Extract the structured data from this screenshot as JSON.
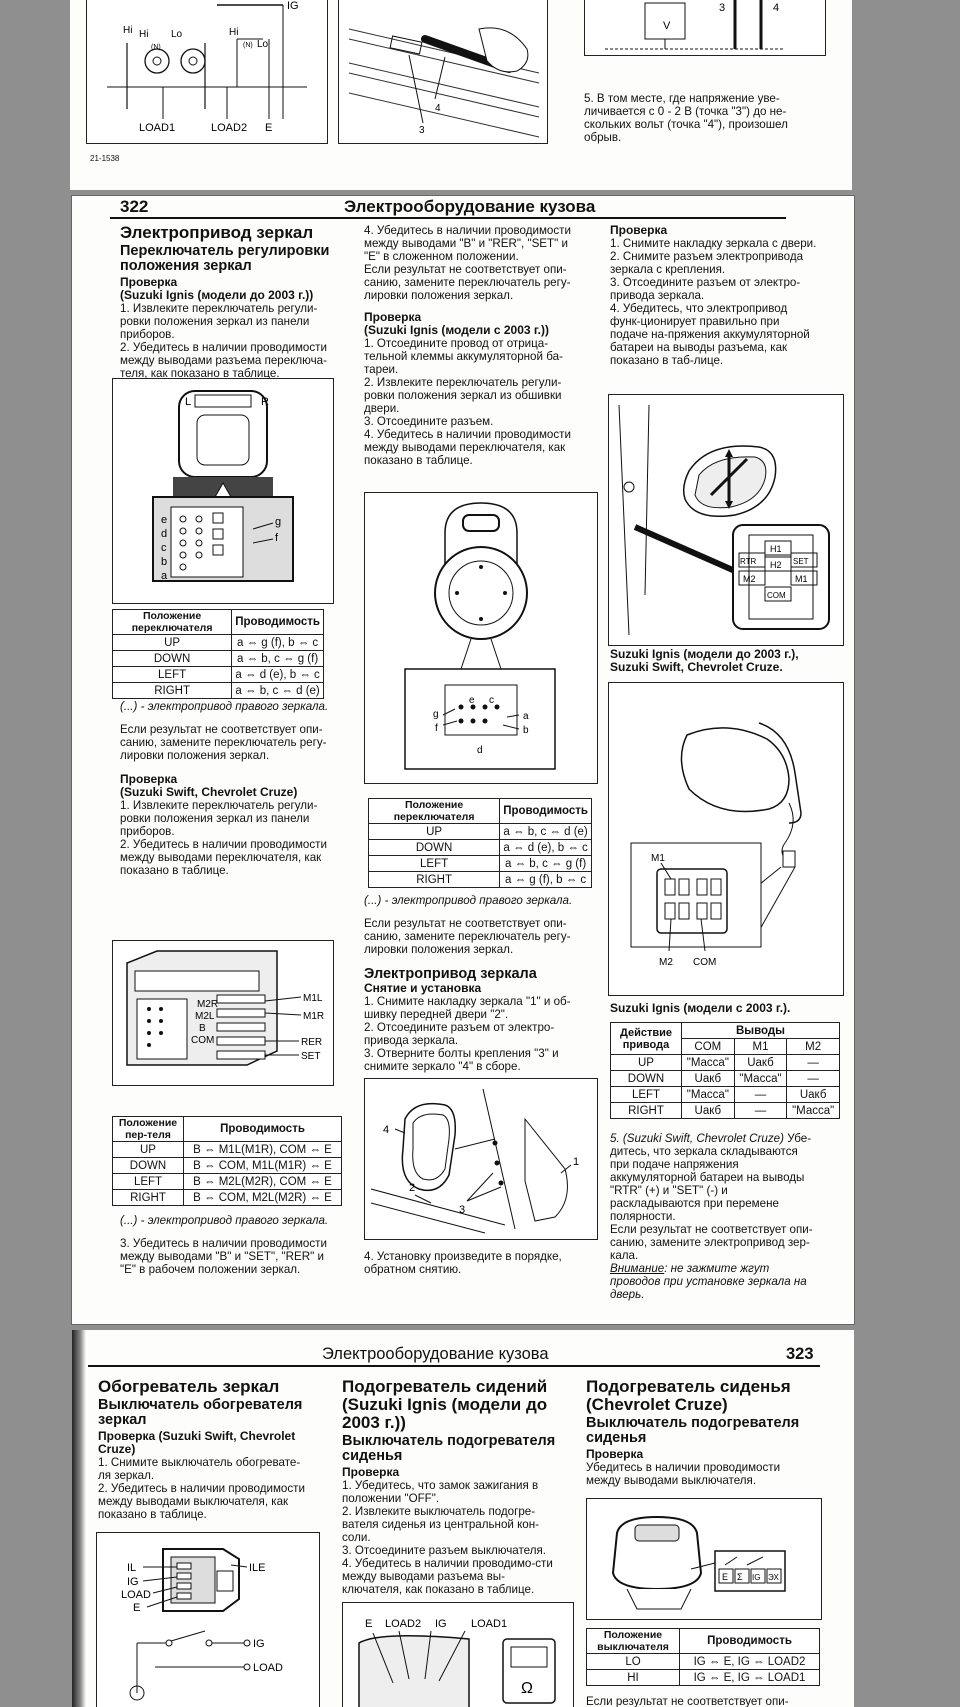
{
  "top": {
    "fig1_labels": {
      "ig": "IG",
      "hi1": "Hi",
      "hi2": "Hi",
      "lo1": "Lo",
      "hi3": "Hi",
      "lo2": "Lo",
      "n1": "(N)",
      "n2": "(N)",
      "load1": "LOAD1",
      "load2": "LOAD2",
      "e": "E"
    },
    "fig2_labels": {
      "l4": "4",
      "l3": "3"
    },
    "fig3_labels": {
      "l3": "3",
      "l4": "4",
      "v": "V"
    },
    "step5": "5. В том месте, где напряжение уве-личивается с 0 - 2 В (точка \"3\") до не-скольких вольт (точка \"4\"), произошел обрыв.",
    "code": "21-1538"
  },
  "mid": {
    "page_num": "322",
    "header": "Электрооборудование кузова",
    "c1": {
      "h1": "Электропривод зеркал",
      "h2": "Переключатель регулировки положения зеркал",
      "h3a": "Проверка",
      "h3b": "(Suzuki Ignis (модели до 2003 г.))",
      "p1": "1. Извлеките переключатель регули-ровки положения зеркал из панели приборов.",
      "p2": "2. Убедитесь в наличии проводимости между выводами разъема переключа-теля, как показано в таблице.",
      "fig1": {
        "l": "L",
        "r": "R",
        "a": "a",
        "b": "b",
        "c": "c",
        "d": "d",
        "e": "e",
        "f": "f",
        "g": "g"
      },
      "table1": {
        "headers": [
          "Положение переключателя",
          "Проводимость"
        ],
        "rows": [
          [
            "UP",
            "a ⇔ g (f), b ⇔ c"
          ],
          [
            "DOWN",
            "a ⇔ b, c ⇔ g (f)"
          ],
          [
            "LEFT",
            "a ⇔ d (e), b ⇔ c"
          ],
          [
            "RIGHT",
            "a ⇔ b, c ⇔ d (e)"
          ]
        ]
      },
      "note1": "(...) - электропривод правого зеркала.",
      "p3": "Если результат не соответствует опи-санию, замените переключатель регу-лировки положения зеркал.",
      "h3c": "Проверка",
      "h3d": "(Suzuki Swift, Chevrolet Cruze)",
      "p4": "1. Извлеките переключатель регули-ровки положения зеркал из панели приборов.",
      "p5": "2. Убедитесь в наличии проводимости между выводами переключателя, как показано в таблице.",
      "fig2": {
        "m1l": "M1L",
        "m1r": "M1R",
        "m2r": "M2R",
        "m2l": "M2L",
        "b": "B",
        "com": "COM",
        "rer": "RER",
        "set": "SET"
      },
      "table2": {
        "headers": [
          "Положение пер-теля",
          "Проводимость"
        ],
        "rows": [
          [
            "UP",
            "B ⇔ M1L(M1R), COM ⇔ E"
          ],
          [
            "DOWN",
            "B ⇔ COM, M1L(M1R) ⇔ E"
          ],
          [
            "LEFT",
            "B ⇔ M2L(M2R), COM ⇔ E"
          ],
          [
            "RIGHT",
            "B ⇔ COM, M2L(M2R) ⇔ E"
          ]
        ]
      },
      "note2": "(...) - электропривод правого зеркала.",
      "p6": "3. Убедитесь в наличии проводимости между выводами \"B\" и \"SET\", \"RER\" и \"E\" в рабочем положении зеркал."
    },
    "c2": {
      "p1": "4. Убедитесь в наличии проводимости между выводами \"B\" и \"RER\", \"SET\" и \"E\" в сложенном положении.",
      "p2": "Если результат не соответствует опи-санию, замените переключатель регу-лировки положения зеркал.",
      "h3a": "Проверка",
      "h3b": "(Suzuki Ignis (модели с 2003 г.))",
      "p3": "1. Отсоедините провод от отрица-тельной клеммы аккумуляторной ба-тареи.",
      "p4": "2. Извлеките переключатель регули-ровки положения зеркал из обшивки двери.",
      "p5": "3. Отсоедините разъем.",
      "p6": "4. Убедитесь в наличии проводимости между выводами переключателя, как показано в таблице.",
      "fig1": {
        "a": "a",
        "b": "b",
        "c": "c",
        "d": "d",
        "e": "e",
        "f": "f",
        "g": "g"
      },
      "table1": {
        "headers": [
          "Положение переключателя",
          "Проводимость"
        ],
        "rows": [
          [
            "UP",
            "a ⇔ b, c ⇔ d (e)"
          ],
          [
            "DOWN",
            "a ⇔ d (e), b ⇔ c"
          ],
          [
            "LEFT",
            "a ⇔ b, c ⇔ g (f)"
          ],
          [
            "RIGHT",
            "a ⇔ g (f), b ⇔ c"
          ]
        ]
      },
      "note1": "(...) - электропривод правого зеркала.",
      "p7": "Если результат не соответствует опи-санию, замените переключатель регу-лировки положения зеркал.",
      "h2": "Электропривод зеркала",
      "h3c": "Снятие и установка",
      "p8": "1. Снимите накладку зеркала \"1\" и об-шивку передней двери \"2\".",
      "p9": "2. Отсоедините разъем от электро-привода зеркала.",
      "p10": "3. Отверните болты крепления \"3\" и снимите зеркало \"4\" в сборе.",
      "fig2": {
        "l1": "1",
        "l2": "2",
        "l3": "3",
        "l4": "4"
      },
      "p11": "4. Установку произведите в порядке, обратном снятию."
    },
    "c3": {
      "h3a": "Проверка",
      "p1": "1. Снимите накладку зеркала с двери.",
      "p2": "2. Снимите разъем электропривода зеркала с крепления.",
      "p3": "3. Отсоедините разъем от электро-привода зеркала.",
      "p4": "4. Убедитесь, что электропривод функ-ционирует правильно при подаче на-пряжения аккумуляторной батареи на выводы разъема, как показано в таб-лице.",
      "fig1": {
        "h1": "H1",
        "h2": "H2",
        "rtr": "RTR",
        "set": "SET",
        "m2": "M2",
        "m1": "M1",
        "com": "COM"
      },
      "cap1": "Suzuki Ignis (модели до 2003 г.), Suzuki Swift, Chevrolet Cruze.",
      "fig2": {
        "m1": "M1",
        "m2": "M2",
        "com": "COM"
      },
      "cap2": "Suzuki Ignis (модели с 2003 г.).",
      "table1": {
        "h_action": "Действие привода",
        "h_out": "Выводы",
        "cols": [
          "COM",
          "M1",
          "M2"
        ],
        "rows": [
          [
            "UP",
            "\"Масса\"",
            "Uакб",
            "—"
          ],
          [
            "DOWN",
            "Uакб",
            "\"Масса\"",
            "—"
          ],
          [
            "LEFT",
            "\"Масса\"",
            "—",
            "Uакб"
          ],
          [
            "RIGHT",
            "Uакб",
            "—",
            "\"Масса\""
          ]
        ]
      },
      "p5_it": "5. (Suzuki Swift, Chevrolet Cruze)",
      "p5": " Убе-дитесь, что зеркала складываются при подаче напряжения аккумуляторной батареи на выводы \"RTR\" (+) и \"SET\" (-) и раскладываются при перемене полярности.",
      "p6": "Если результат не соответствует опи-санию, замените электропривод зер-кала.",
      "warn_u": "Внимание",
      "warn": ": не зажмите жгут проводов при установке зеркала на дверь."
    }
  },
  "bot": {
    "header": "Электрооборудование кузова",
    "page_num": "323",
    "c1": {
      "h1": "Обогреватель зеркал",
      "h2": "Выключатель обогревателя зеркал",
      "h3a": "Проверка (Suzuki Swift, Chevrolet Cruze)",
      "p1": "1. Снимите выключатель обогревате-ля зеркал.",
      "p2": "2. Убедитесь в наличии проводимости между выводами выключателя, как показано в таблице.",
      "fig": {
        "il": "IL",
        "ile": "ILE",
        "ig": "IG",
        "load": "LOAD",
        "e": "E",
        "ig2": "IG",
        "load2": "LOAD"
      }
    },
    "c2": {
      "h1": "Подогреватель сидений (Suzuki Ignis (модели до 2003 г.))",
      "h2": "Выключатель подогревателя сиденья",
      "h3a": "Проверка",
      "p1": "1. Убедитесь, что замок зажигания в положении \"OFF\".",
      "p2": "2. Извлеките выключатель подогре-вателя сиденья из центральной кон-соли.",
      "p3": "3. Отсоедините разъем выключателя.",
      "p4": "4. Убедитесь в наличии проводимо-сти между выводами разъема вы-ключателя, как показано в таблице.",
      "fig": {
        "e": "E",
        "load2": "LOAD2",
        "ig": "IG",
        "load1": "LOAD1",
        "ohm": "Ω"
      }
    },
    "c3": {
      "h1": "Подогреватель сиденья (Chevrolet Cruze)",
      "h2": "Выключатель подогревателя сиденья",
      "h3a": "Проверка",
      "p1": "Убедитесь в наличии проводимости между выводами выключателя.",
      "fig": {
        "e": "E",
        "sw": "Σ",
        "ig": "IG",
        "x": "ЭХ"
      },
      "table1": {
        "headers": [
          "Положение выключателя",
          "Проводимость"
        ],
        "rows": [
          [
            "LO",
            "IG ⇔ E, IG ⇔ LOAD2"
          ],
          [
            "HI",
            "IG ⇔ E, IG ⇔ LOAD1"
          ]
        ]
      },
      "p2": "Если результат не соответствует опи-"
    }
  }
}
